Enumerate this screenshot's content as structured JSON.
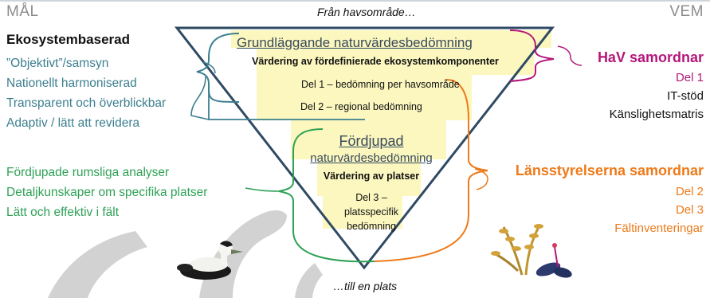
{
  "header": {
    "left": "MÅL",
    "right": "VEM",
    "top": "Från havsområde…",
    "bottom": "…till en plats"
  },
  "goals_top": {
    "heading": "Ekosystembaserad",
    "items": [
      "”Objektivt”/samsyn",
      "Nationellt harmoniserad",
      "Transparent och överblickbar",
      "Adaptiv / lätt att revidera"
    ]
  },
  "goals_bottom": {
    "items": [
      "Fördjupade rumsliga analyser",
      "Detaljkunskaper om specifika platser",
      "Lätt och effektiv i fält"
    ]
  },
  "triangle": {
    "upper_title": "Grundläggande naturvärdesbedömning",
    "upper_sub": "Värdering av fördefinierade ekosystemkomponenter",
    "part1": "Del 1 – bedömning per havsområde",
    "part2": "Del 2 – regional bedömning",
    "lower_title_1": "Fördjupad",
    "lower_title_2": "naturvärdesbedömning",
    "lower_sub": "Värdering av platser",
    "part3_1": "Del 3 –",
    "part3_2": "platsspecifik",
    "part3_3": "bedömning"
  },
  "who_top": {
    "heading": "HaV samordnar",
    "items": [
      "Del 1",
      "IT-stöd",
      "Känslighetsmatris"
    ]
  },
  "who_bottom": {
    "heading": "Länsstyrelserna samordnar",
    "items": [
      "Del 2",
      "Del 3",
      "Fältinventeringar"
    ]
  },
  "colors": {
    "magenta": "#b5177a",
    "orange": "#ee7a19",
    "teal": "#3c7f8f",
    "green": "#2ea155",
    "triangle_outline": "#2f4a63",
    "highlight": "#fbf7bf"
  },
  "icons": [
    "eider-duck-illustration",
    "seaweed-mussels-illustration",
    "watermark-swirl"
  ]
}
